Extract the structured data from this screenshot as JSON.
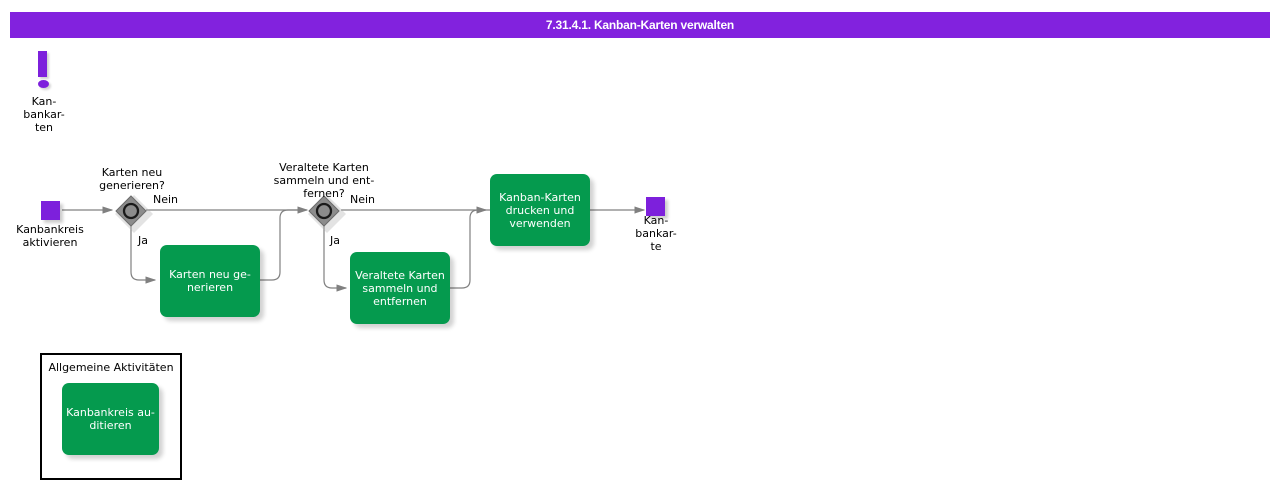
{
  "page": {
    "title": "7.31.4.1. Kanban-Karten verwalten",
    "background_color": "#ffffff"
  },
  "colors": {
    "title_bar": "#8222de",
    "event_purple": "#7d20dc",
    "task_green": "#059a4e",
    "gateway_gray": "#808080",
    "connector": "#808080",
    "text_dark": "#000000",
    "text_light": "#ffffff"
  },
  "annotation": {
    "icon": "exclamation-icon",
    "label": "Kan-\nbankar-\nten"
  },
  "events": [
    {
      "id": "start",
      "name": "start-event",
      "label": "Kanbankreis\naktivieren",
      "type": "start"
    },
    {
      "id": "end",
      "name": "end-event",
      "label": "Kan-\nbankar-\nte",
      "type": "end"
    }
  ],
  "gateways": [
    {
      "id": "gw1",
      "name": "gateway-karten-neu-generieren",
      "question": "Karten neu\ngenerieren?",
      "branch_no": "Nein",
      "branch_yes": "Ja",
      "icon": "inclusive-gateway-icon"
    },
    {
      "id": "gw2",
      "name": "gateway-veraltete-karten",
      "question": "Veraltete Karten\nsammeln und ent-\nfernen?",
      "branch_no": "Nein",
      "branch_yes": "Ja",
      "icon": "inclusive-gateway-icon"
    }
  ],
  "tasks": [
    {
      "id": "t1",
      "name": "task-karten-neu-generieren",
      "label": "Karten neu ge-\nnerieren"
    },
    {
      "id": "t2",
      "name": "task-veraltete-karten-sammeln",
      "label": "Veraltete Karten\nsammeln und\nentfernen"
    },
    {
      "id": "t3",
      "name": "task-kanban-karten-drucken",
      "label": "Kanban-Karten\ndrucken und\nverwenden"
    },
    {
      "id": "t4",
      "name": "task-kanbankreis-auditieren",
      "label": "Kanbankreis au-\nditieren"
    }
  ],
  "group": {
    "name": "group-allgemeine-aktivitaeten",
    "title": "Allgemeine Aktivitäten"
  }
}
